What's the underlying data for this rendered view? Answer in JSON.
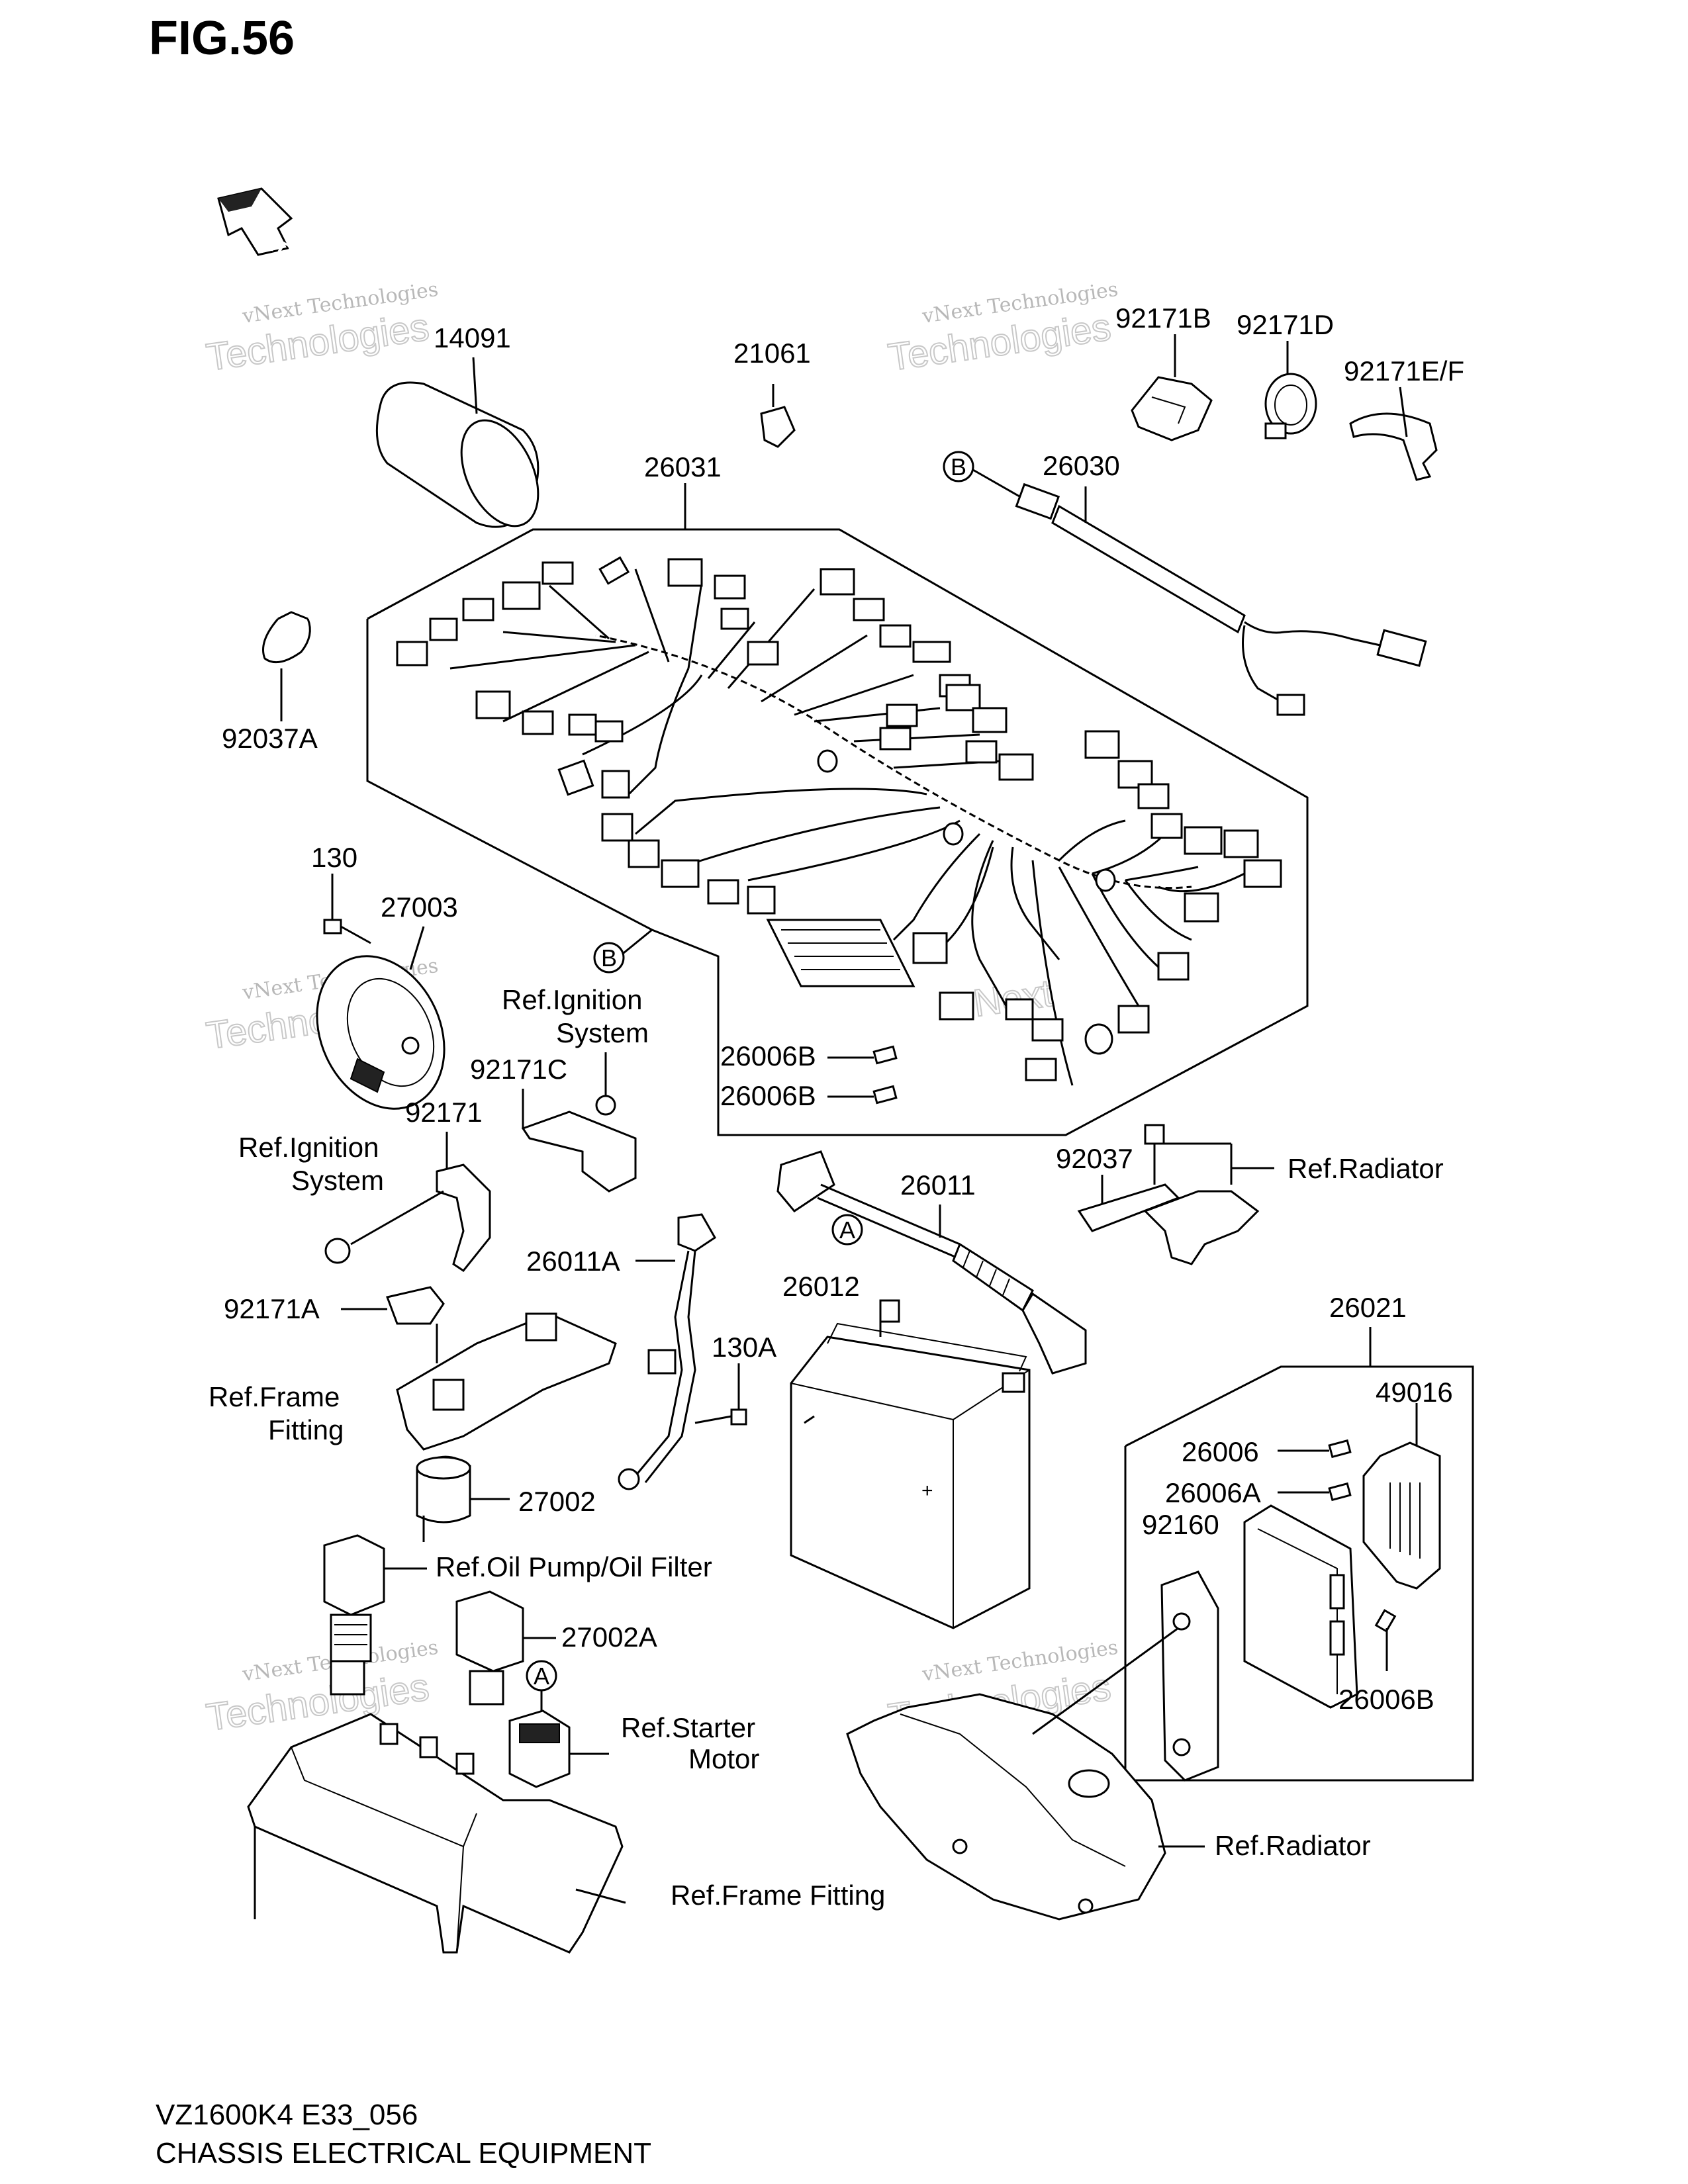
{
  "figure": {
    "title": "FIG.56",
    "fwd_label": "FWD"
  },
  "watermark": {
    "line1": "vNext Technologies",
    "line2": "Technologies",
    "line3": "vNext"
  },
  "parts": {
    "p14091": "14091",
    "p21061": "21061",
    "p92171B": "92171B",
    "p92171D": "92171D",
    "p92171EF": "92171E/F",
    "p26031": "26031",
    "p26030": "26030",
    "p92037A": "92037A",
    "p130": "130",
    "p27003": "27003",
    "p26006B_1": "26006B",
    "p26006B_2": "26006B",
    "p92171C": "92171C",
    "p92171": "92171",
    "p92037": "92037",
    "p26011": "26011",
    "p26011A": "26011A",
    "p92171A": "92171A",
    "p26012": "26012",
    "p130A": "130A",
    "p26021": "26021",
    "p49016": "49016",
    "p26006": "26006",
    "p26006A": "26006A",
    "p92160": "92160",
    "p27002": "27002",
    "p27002A": "27002A",
    "p26006B_3": "26006B"
  },
  "refs": {
    "ignition1_l1": "Ref.Ignition",
    "ignition1_l2": "System",
    "ignition2_l1": "Ref.Ignition",
    "ignition2_l2": "System",
    "radiator1": "Ref.Radiator",
    "frame1_l1": "Ref.Frame",
    "frame1_l2": "Fitting",
    "oil_pump": "Ref.Oil Pump/Oil Filter",
    "starter_l1": "Ref.Starter",
    "starter_l2": "Motor",
    "radiator2": "Ref.Radiator",
    "frame2": "Ref.Frame Fitting"
  },
  "markers": {
    "B1": "B",
    "B2": "B",
    "A1": "A",
    "A2": "A"
  },
  "footer": {
    "code": "VZ1600K4 E33_056",
    "caption": "CHASSIS ELECTRICAL EQUIPMENT"
  }
}
